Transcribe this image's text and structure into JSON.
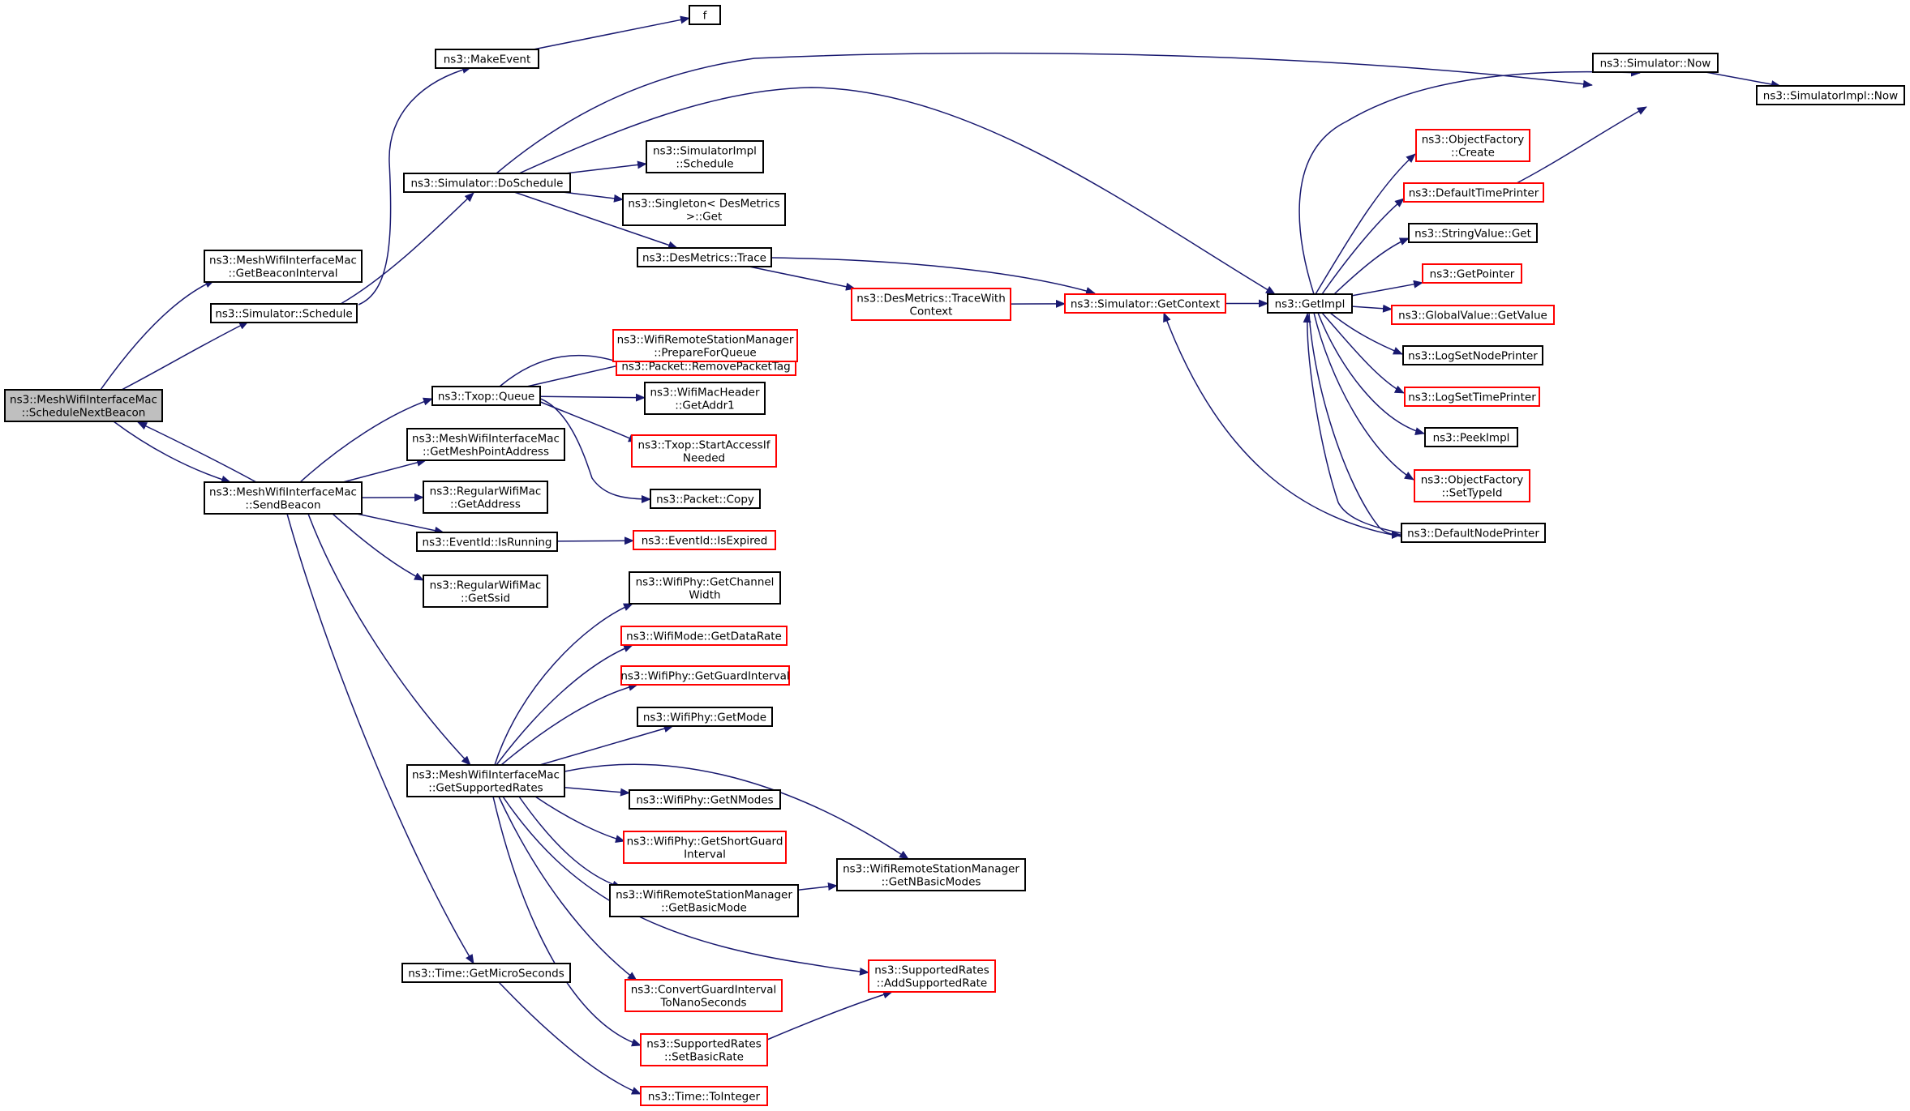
{
  "graph": {
    "colors": {
      "edge": "#191970",
      "node_border": "#000000",
      "node_border_truncated": "#ff0000",
      "root_fill": "#bfbfbf",
      "node_fill": "#ffffff"
    },
    "nodes": [
      {
        "id": "root",
        "lines": [
          "ns3::MeshWifiInterfaceMac",
          "::ScheduleNextBeacon"
        ],
        "root": true
      },
      {
        "id": "getBeaconInterval",
        "lines": [
          "ns3::MeshWifiInterfaceMac",
          "::GetBeaconInterval"
        ]
      },
      {
        "id": "simSchedule",
        "lines": [
          "ns3::Simulator::Schedule"
        ]
      },
      {
        "id": "sendBeacon",
        "lines": [
          "ns3::MeshWifiInterfaceMac",
          "::SendBeacon"
        ]
      },
      {
        "id": "makeEvent",
        "lines": [
          "ns3::MakeEvent"
        ]
      },
      {
        "id": "f",
        "lines": [
          "f"
        ]
      },
      {
        "id": "doSchedule",
        "lines": [
          "ns3::Simulator::DoSchedule"
        ]
      },
      {
        "id": "simImplSchedule",
        "lines": [
          "ns3::SimulatorImpl",
          "::Schedule"
        ]
      },
      {
        "id": "singletonGet",
        "lines": [
          "ns3::Singleton< DesMetrics",
          ">::Get"
        ]
      },
      {
        "id": "desTrace",
        "lines": [
          "ns3::DesMetrics::Trace"
        ]
      },
      {
        "id": "desTraceWithContext",
        "lines": [
          "ns3::DesMetrics::TraceWith",
          "Context"
        ],
        "truncated": true
      },
      {
        "id": "getContext",
        "lines": [
          "ns3::Simulator::GetContext"
        ],
        "truncated": true
      },
      {
        "id": "getImpl",
        "lines": [
          "ns3::GetImpl"
        ]
      },
      {
        "id": "simNow",
        "lines": [
          "ns3::Simulator::Now"
        ]
      },
      {
        "id": "simImplNow",
        "lines": [
          "ns3::SimulatorImpl::Now"
        ]
      },
      {
        "id": "objFactoryCreate",
        "lines": [
          "ns3::ObjectFactory",
          "::Create"
        ],
        "truncated": true
      },
      {
        "id": "defaultTimePrinter",
        "lines": [
          "ns3::DefaultTimePrinter"
        ],
        "truncated": true
      },
      {
        "id": "stringValueGet",
        "lines": [
          "ns3::StringValue::Get"
        ]
      },
      {
        "id": "getPointer",
        "lines": [
          "ns3::GetPointer"
        ],
        "truncated": true
      },
      {
        "id": "globalValueGetValue",
        "lines": [
          "ns3::GlobalValue::GetValue"
        ],
        "truncated": true
      },
      {
        "id": "logSetNodePrinter",
        "lines": [
          "ns3::LogSetNodePrinter"
        ]
      },
      {
        "id": "logSetTimePrinter",
        "lines": [
          "ns3::LogSetTimePrinter"
        ],
        "truncated": true
      },
      {
        "id": "peekImpl",
        "lines": [
          "ns3::PeekImpl"
        ]
      },
      {
        "id": "objFactorySetTypeId",
        "lines": [
          "ns3::ObjectFactory",
          "::SetTypeId"
        ],
        "truncated": true
      },
      {
        "id": "defaultNodePrinter",
        "lines": [
          "ns3::DefaultNodePrinter"
        ]
      },
      {
        "id": "txopQueue",
        "lines": [
          "ns3::Txop::Queue"
        ]
      },
      {
        "id": "removePacketTag",
        "lines": [
          "ns3::Packet::RemovePacketTag"
        ],
        "truncated": true
      },
      {
        "id": "prepareForQueue",
        "lines": [
          "ns3::WifiRemoteStationManager",
          "::PrepareForQueue"
        ],
        "truncated": true
      },
      {
        "id": "getAddr1",
        "lines": [
          "ns3::WifiMacHeader",
          "::GetAddr1"
        ]
      },
      {
        "id": "startAccessIfNeeded",
        "lines": [
          "ns3::Txop::StartAccessIf",
          "Needed"
        ],
        "truncated": true
      },
      {
        "id": "packetCopy",
        "lines": [
          "ns3::Packet::Copy"
        ]
      },
      {
        "id": "getMeshPointAddress",
        "lines": [
          "ns3::MeshWifiInterfaceMac",
          "::GetMeshPointAddress"
        ]
      },
      {
        "id": "regularGetAddress",
        "lines": [
          "ns3::RegularWifiMac",
          "::GetAddress"
        ]
      },
      {
        "id": "eventIsRunning",
        "lines": [
          "ns3::EventId::IsRunning"
        ]
      },
      {
        "id": "eventIsExpired",
        "lines": [
          "ns3::EventId::IsExpired"
        ],
        "truncated": true
      },
      {
        "id": "regularGetSsid",
        "lines": [
          "ns3::RegularWifiMac",
          "::GetSsid"
        ]
      },
      {
        "id": "getSupportedRates",
        "lines": [
          "ns3::MeshWifiInterfaceMac",
          "::GetSupportedRates"
        ]
      },
      {
        "id": "getChannelWidth",
        "lines": [
          "ns3::WifiPhy::GetChannel",
          "Width"
        ]
      },
      {
        "id": "getDataRate",
        "lines": [
          "ns3::WifiMode::GetDataRate"
        ],
        "truncated": true
      },
      {
        "id": "getGuardInterval",
        "lines": [
          "ns3::WifiPhy::GetGuardInterval"
        ],
        "truncated": true
      },
      {
        "id": "getMode",
        "lines": [
          "ns3::WifiPhy::GetMode"
        ]
      },
      {
        "id": "getNModes",
        "lines": [
          "ns3::WifiPhy::GetNModes"
        ]
      },
      {
        "id": "getShortGuardInterval",
        "lines": [
          "ns3::WifiPhy::GetShortGuard",
          "Interval"
        ],
        "truncated": true
      },
      {
        "id": "getBasicMode",
        "lines": [
          "ns3::WifiRemoteStationManager",
          "::GetBasicMode"
        ]
      },
      {
        "id": "getNBasicModes",
        "lines": [
          "ns3::WifiRemoteStationManager",
          "::GetNBasicModes"
        ]
      },
      {
        "id": "addSupportedRate",
        "lines": [
          "ns3::SupportedRates",
          "::AddSupportedRate"
        ],
        "truncated": true
      },
      {
        "id": "convertGuardInterval",
        "lines": [
          "ns3::ConvertGuardInterval",
          "ToNanoSeconds"
        ],
        "truncated": true
      },
      {
        "id": "setBasicRate",
        "lines": [
          "ns3::SupportedRates",
          "::SetBasicRate"
        ],
        "truncated": true
      },
      {
        "id": "getMicroSeconds",
        "lines": [
          "ns3::Time::GetMicroSeconds"
        ]
      },
      {
        "id": "toInteger",
        "lines": [
          "ns3::Time::ToInteger"
        ],
        "truncated": true
      }
    ],
    "edges": [
      [
        "root",
        "getBeaconInterval"
      ],
      [
        "root",
        "simSchedule"
      ],
      [
        "root",
        "sendBeacon"
      ],
      [
        "sendBeacon",
        "root"
      ],
      [
        "simSchedule",
        "makeEvent"
      ],
      [
        "simSchedule",
        "doSchedule"
      ],
      [
        "makeEvent",
        "f"
      ],
      [
        "doSchedule",
        "simImplSchedule"
      ],
      [
        "doSchedule",
        "singletonGet"
      ],
      [
        "doSchedule",
        "desTrace"
      ],
      [
        "doSchedule",
        "getImpl"
      ],
      [
        "doSchedule",
        "simNow"
      ],
      [
        "desTrace",
        "desTraceWithContext"
      ],
      [
        "desTrace",
        "getContext"
      ],
      [
        "desTraceWithContext",
        "getContext"
      ],
      [
        "getContext",
        "getImpl"
      ],
      [
        "getImpl",
        "simNow"
      ],
      [
        "getImpl",
        "objFactoryCreate"
      ],
      [
        "getImpl",
        "defaultTimePrinter"
      ],
      [
        "getImpl",
        "stringValueGet"
      ],
      [
        "getImpl",
        "getPointer"
      ],
      [
        "getImpl",
        "globalValueGetValue"
      ],
      [
        "getImpl",
        "logSetNodePrinter"
      ],
      [
        "getImpl",
        "logSetTimePrinter"
      ],
      [
        "getImpl",
        "peekImpl"
      ],
      [
        "getImpl",
        "objFactorySetTypeId"
      ],
      [
        "getImpl",
        "defaultNodePrinter"
      ],
      [
        "defaultNodePrinter",
        "getImpl"
      ],
      [
        "defaultNodePrinter",
        "getContext"
      ],
      [
        "defaultTimePrinter",
        "simNow"
      ],
      [
        "simNow",
        "simImplNow"
      ],
      [
        "sendBeacon",
        "txopQueue"
      ],
      [
        "sendBeacon",
        "getMeshPointAddress"
      ],
      [
        "sendBeacon",
        "regularGetAddress"
      ],
      [
        "sendBeacon",
        "eventIsRunning"
      ],
      [
        "sendBeacon",
        "regularGetSsid"
      ],
      [
        "sendBeacon",
        "getSupportedRates"
      ],
      [
        "sendBeacon",
        "getMicroSeconds"
      ],
      [
        "txopQueue",
        "removePacketTag"
      ],
      [
        "txopQueue",
        "prepareForQueue"
      ],
      [
        "txopQueue",
        "getAddr1"
      ],
      [
        "txopQueue",
        "startAccessIfNeeded"
      ],
      [
        "txopQueue",
        "packetCopy"
      ],
      [
        "eventIsRunning",
        "eventIsExpired"
      ],
      [
        "getSupportedRates",
        "getChannelWidth"
      ],
      [
        "getSupportedRates",
        "getDataRate"
      ],
      [
        "getSupportedRates",
        "getGuardInterval"
      ],
      [
        "getSupportedRates",
        "getMode"
      ],
      [
        "getSupportedRates",
        "getNModes"
      ],
      [
        "getSupportedRates",
        "getShortGuardInterval"
      ],
      [
        "getSupportedRates",
        "getBasicMode"
      ],
      [
        "getSupportedRates",
        "getNBasicModes"
      ],
      [
        "getSupportedRates",
        "addSupportedRate"
      ],
      [
        "getSupportedRates",
        "convertGuardInterval"
      ],
      [
        "getSupportedRates",
        "setBasicRate"
      ],
      [
        "getBasicMode",
        "getNBasicModes"
      ],
      [
        "setBasicRate",
        "addSupportedRate"
      ],
      [
        "getMicroSeconds",
        "toInteger"
      ]
    ]
  }
}
